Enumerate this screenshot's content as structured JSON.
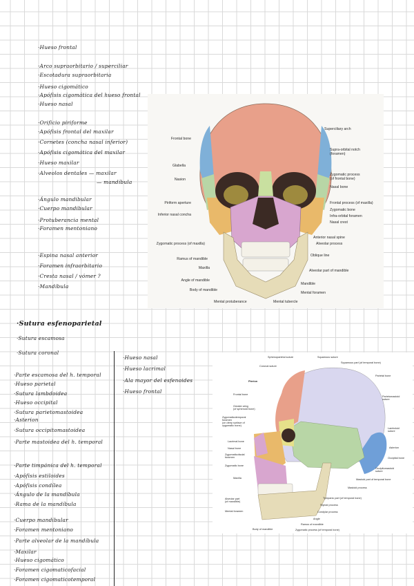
{
  "notes": {
    "block1": [
      "·Hueso frontal",
      "·Arco supraorbitario / superciliar",
      "·Escotadura supraorbitaria",
      "·Hueso cigomático",
      "·Apófisis cigomática del hueso frontal",
      "·Hueso nasal"
    ],
    "block2": [
      "·Orificio piriforme",
      "·Apófisis frontal del maxilar",
      "·Cornetes (concha nasal inferior)",
      "·Apófisis cigomática del maxilar",
      "·Hueso maxilar",
      "·Alveolos dentales — maxilar",
      "— mandíbula"
    ],
    "block3": [
      "·Ángulo mandibular",
      "·Cuerpo mandibular",
      "·Protuberancia mental",
      "·Foramen mentoniano"
    ],
    "block4": [
      "·Espina nasal anterior",
      "·Foramen infraorbitario",
      "·Cresta nasal / vómer ?",
      "·Mandíbula"
    ],
    "sutures": [
      "·Sutura esfenoparietal",
      "·Sutura escamosa",
      "·Sutura coronal"
    ],
    "right_col": [
      "·Hueso nasal",
      "·Hueso lacrimal",
      "·Ala mayor del esfenoides",
      "·Hueso frontal"
    ],
    "left_col1": [
      "·Parte escamosa del h. temporal",
      "·Hueso parietal",
      "·Sutura lambdoidea",
      "·Hueso occipital",
      "·Sutura parietomastoidea",
      "·Asterion",
      "·Sutura occipitomastoidea",
      "·Parte mastoidea del h. temporal"
    ],
    "left_col2": [
      "·Parte timpánica del h. temporal",
      "·Apófisis estiloides",
      "·Apófisis condílea",
      "·Ángulo de la mandíbula",
      "·Rama de la mandíbula"
    ],
    "left_col3": [
      "·Cuerpo mandibular",
      "·Foramen mentoniano",
      "·Parte alveolar de la mandíbula",
      "·Maxilar",
      "·Hueso cigomático",
      "·Foramen cigomaticofacial",
      "·Foramen cigomaticotemporal"
    ]
  },
  "figure1": {
    "right_labels": [
      "Superciliary arch",
      "Supra-orbital notch\n(foramen)",
      "Zygomatic process\n(of frontal bone)",
      "Nasal bone",
      "Frontal process (of maxilla)",
      "Zygomatic bone",
      "Infra-orbital foramen",
      "Nasal crest",
      "Anterior nasal spine",
      "Alveolar process",
      "Oblique line",
      "Alveolar part of mandible",
      "Mandible",
      "Mental foramen",
      "Mental tubercle"
    ],
    "left_labels": [
      "Frontal bone",
      "Glabella",
      "Nasion",
      "Piriform aperture",
      "Inferior nasal concha",
      "Zygomatic process (of maxilla)",
      "Ramus of mandible",
      "Maxilla",
      "Angle of mandible",
      "Body of mandible",
      "Mental protuberance"
    ]
  },
  "figure2": {
    "top_labels": [
      "Sphenoparietal suture",
      "Squamous suture",
      "Coronal suture",
      "Squamous part (of temporal bone)"
    ],
    "left_labels": [
      "Pterion",
      "Frontal bone",
      "Greater wing\n(of sphenoid bone)",
      "Zygomaticotemporal\nforamen\n(on deep surface of\nzygomatic bone)",
      "Lacrimal bone",
      "Nasal bone",
      "Zygomaticofacial\nforamen",
      "Zygomatic bone",
      "Maxilla",
      "Alveolar part\n(of mandible)",
      "Mental foramen",
      "Body of mandible"
    ],
    "right_labels": [
      "Parietal bone",
      "Parietomastoid\nsuture",
      "Lambdoid\nsuture",
      "Asterion",
      "Occipital bone",
      "Occipitomastoid\nsuture",
      "Mastoid part of temporal bone",
      "Mastoid process",
      "Tympanic part (of temporal bone)",
      "Styloid process",
      "Condylar process",
      "Angle",
      "Ramus of mandible",
      "Zygomatic process (of temporal bone)"
    ]
  },
  "colors": {
    "frontal": "#e8a08a",
    "parietal": "#d9d7ef",
    "occipital": "#6f9fd8",
    "temporal": "#b8d6a6",
    "zygomatic": "#e9b96a",
    "maxilla": "#d8a6cf",
    "mandible": "#e6dcb8",
    "sphenoid": "#7fb0d8",
    "nasal": "#c9e0a0",
    "lacrimal": "#e6e08a",
    "bone_base": "#e8dfc6",
    "dark": "#3b2a24",
    "line": "#555555"
  }
}
